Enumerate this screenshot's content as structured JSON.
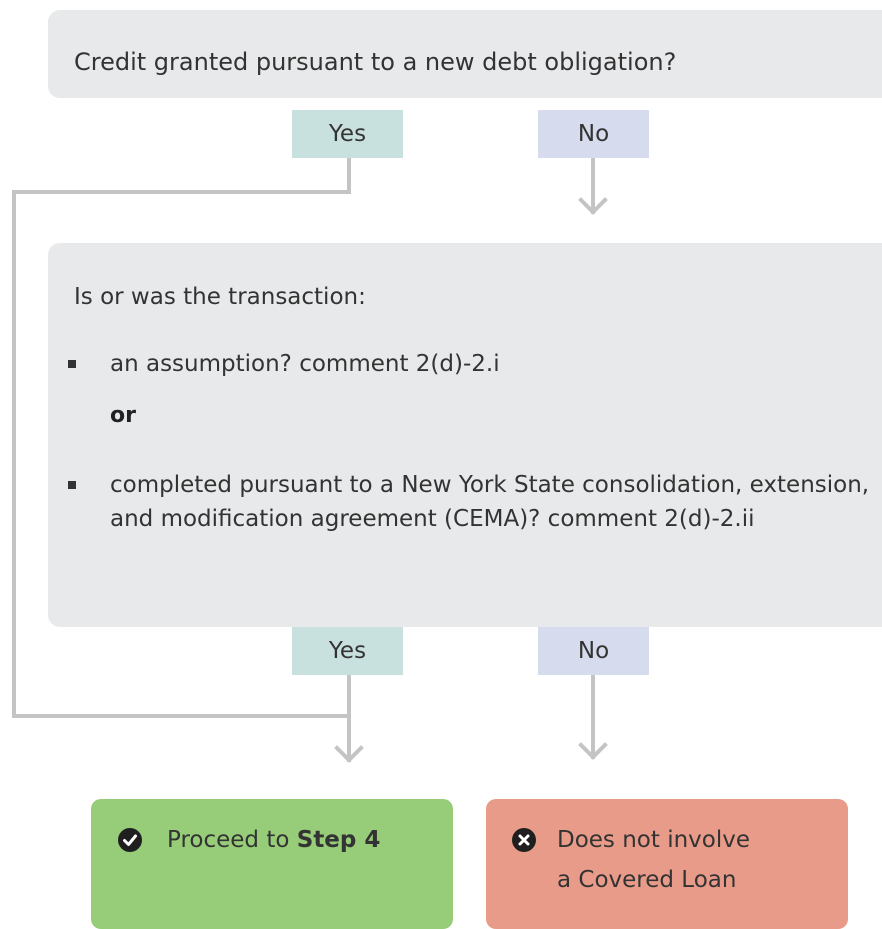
{
  "question1": {
    "text": "Credit granted pursuant to a new debt obligation?"
  },
  "question1_answers": {
    "yes": "Yes",
    "no": "No"
  },
  "question2": {
    "intro": "Is or was the transaction:",
    "bullet1": "an assumption? comment 2(d)-2.i",
    "or": "or",
    "bullet2": "completed pursuant to a New York State consolidation, extension, and modification agreement (CEMA)? comment 2(d)-2.ii"
  },
  "question2_answers": {
    "yes": "Yes",
    "no": "No"
  },
  "result_yes": {
    "prefix": "Proceed to",
    "step": "Step 4",
    "icon": "check-circle-icon"
  },
  "result_no": {
    "line1": "Does not involve",
    "line2": "a Covered Loan",
    "icon": "x-circle-icon"
  },
  "colors": {
    "box_bg": "#e8e9ea",
    "yes_tag": "#c9e1de",
    "no_tag": "#d6dced",
    "result_yes": "#97cd79",
    "result_no": "#e99b89",
    "connector": "#c4c4c4"
  }
}
